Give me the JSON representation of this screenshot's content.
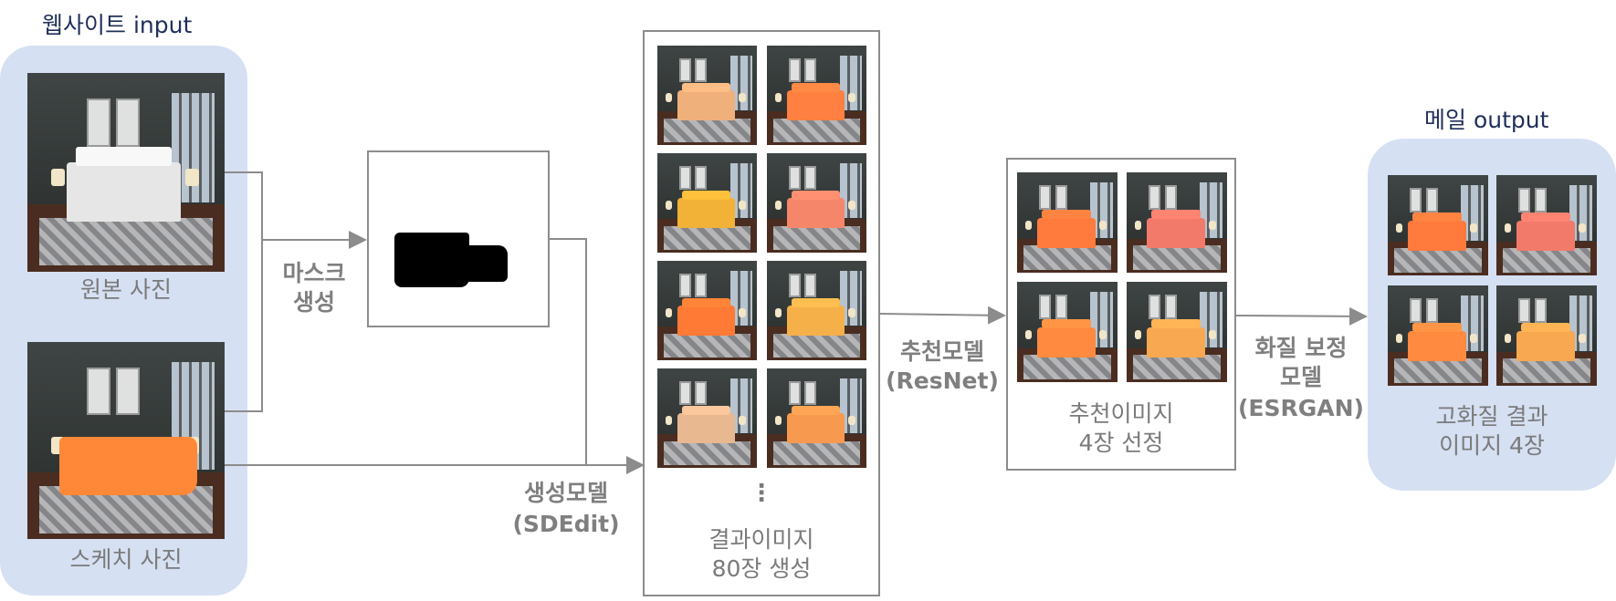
{
  "input_panel": {
    "title": "웹사이트 input",
    "original_caption": "원본 사진",
    "sketch_caption": "스케치 사진"
  },
  "mask_step": {
    "label_line1": "마스크",
    "label_line2": "생성"
  },
  "generation_step": {
    "model_line1": "생성모델",
    "model_line2": "(SDEdit)",
    "dots": "⋮",
    "caption_line1": "결과이미지",
    "caption_line2": "80장 생성",
    "bed_colors": [
      "#f0b07c",
      "#ff8040",
      "#f2b238",
      "#f5866a",
      "#ff7a34",
      "#f6b04a",
      "#e8b890",
      "#f79a50"
    ]
  },
  "recommend_step": {
    "model_line1": "추천모델",
    "model_line2": "(ResNet)",
    "caption_line1": "추천이미지",
    "caption_line2": "4장 선정",
    "bed_colors": [
      "#ff7a3c",
      "#f27a6a",
      "#ff8a40",
      "#f7a850"
    ]
  },
  "upscale_step": {
    "model_line1": "화질 보정",
    "model_line2": "모델",
    "model_line3": "(ESRGAN)"
  },
  "output_panel": {
    "title": "메일 output",
    "caption_line1": "고화질 결과",
    "caption_line2": "이미지 4장",
    "bed_colors": [
      "#ff7a3c",
      "#f27a6a",
      "#ff8a40",
      "#f7a850"
    ]
  },
  "colors": {
    "panel_fill": "#d6e0f3",
    "title_text": "#1f2f5a",
    "caption_text": "#7a7a7a",
    "connector": "#8c8c8c",
    "sketch_orange": "#ff8838"
  }
}
